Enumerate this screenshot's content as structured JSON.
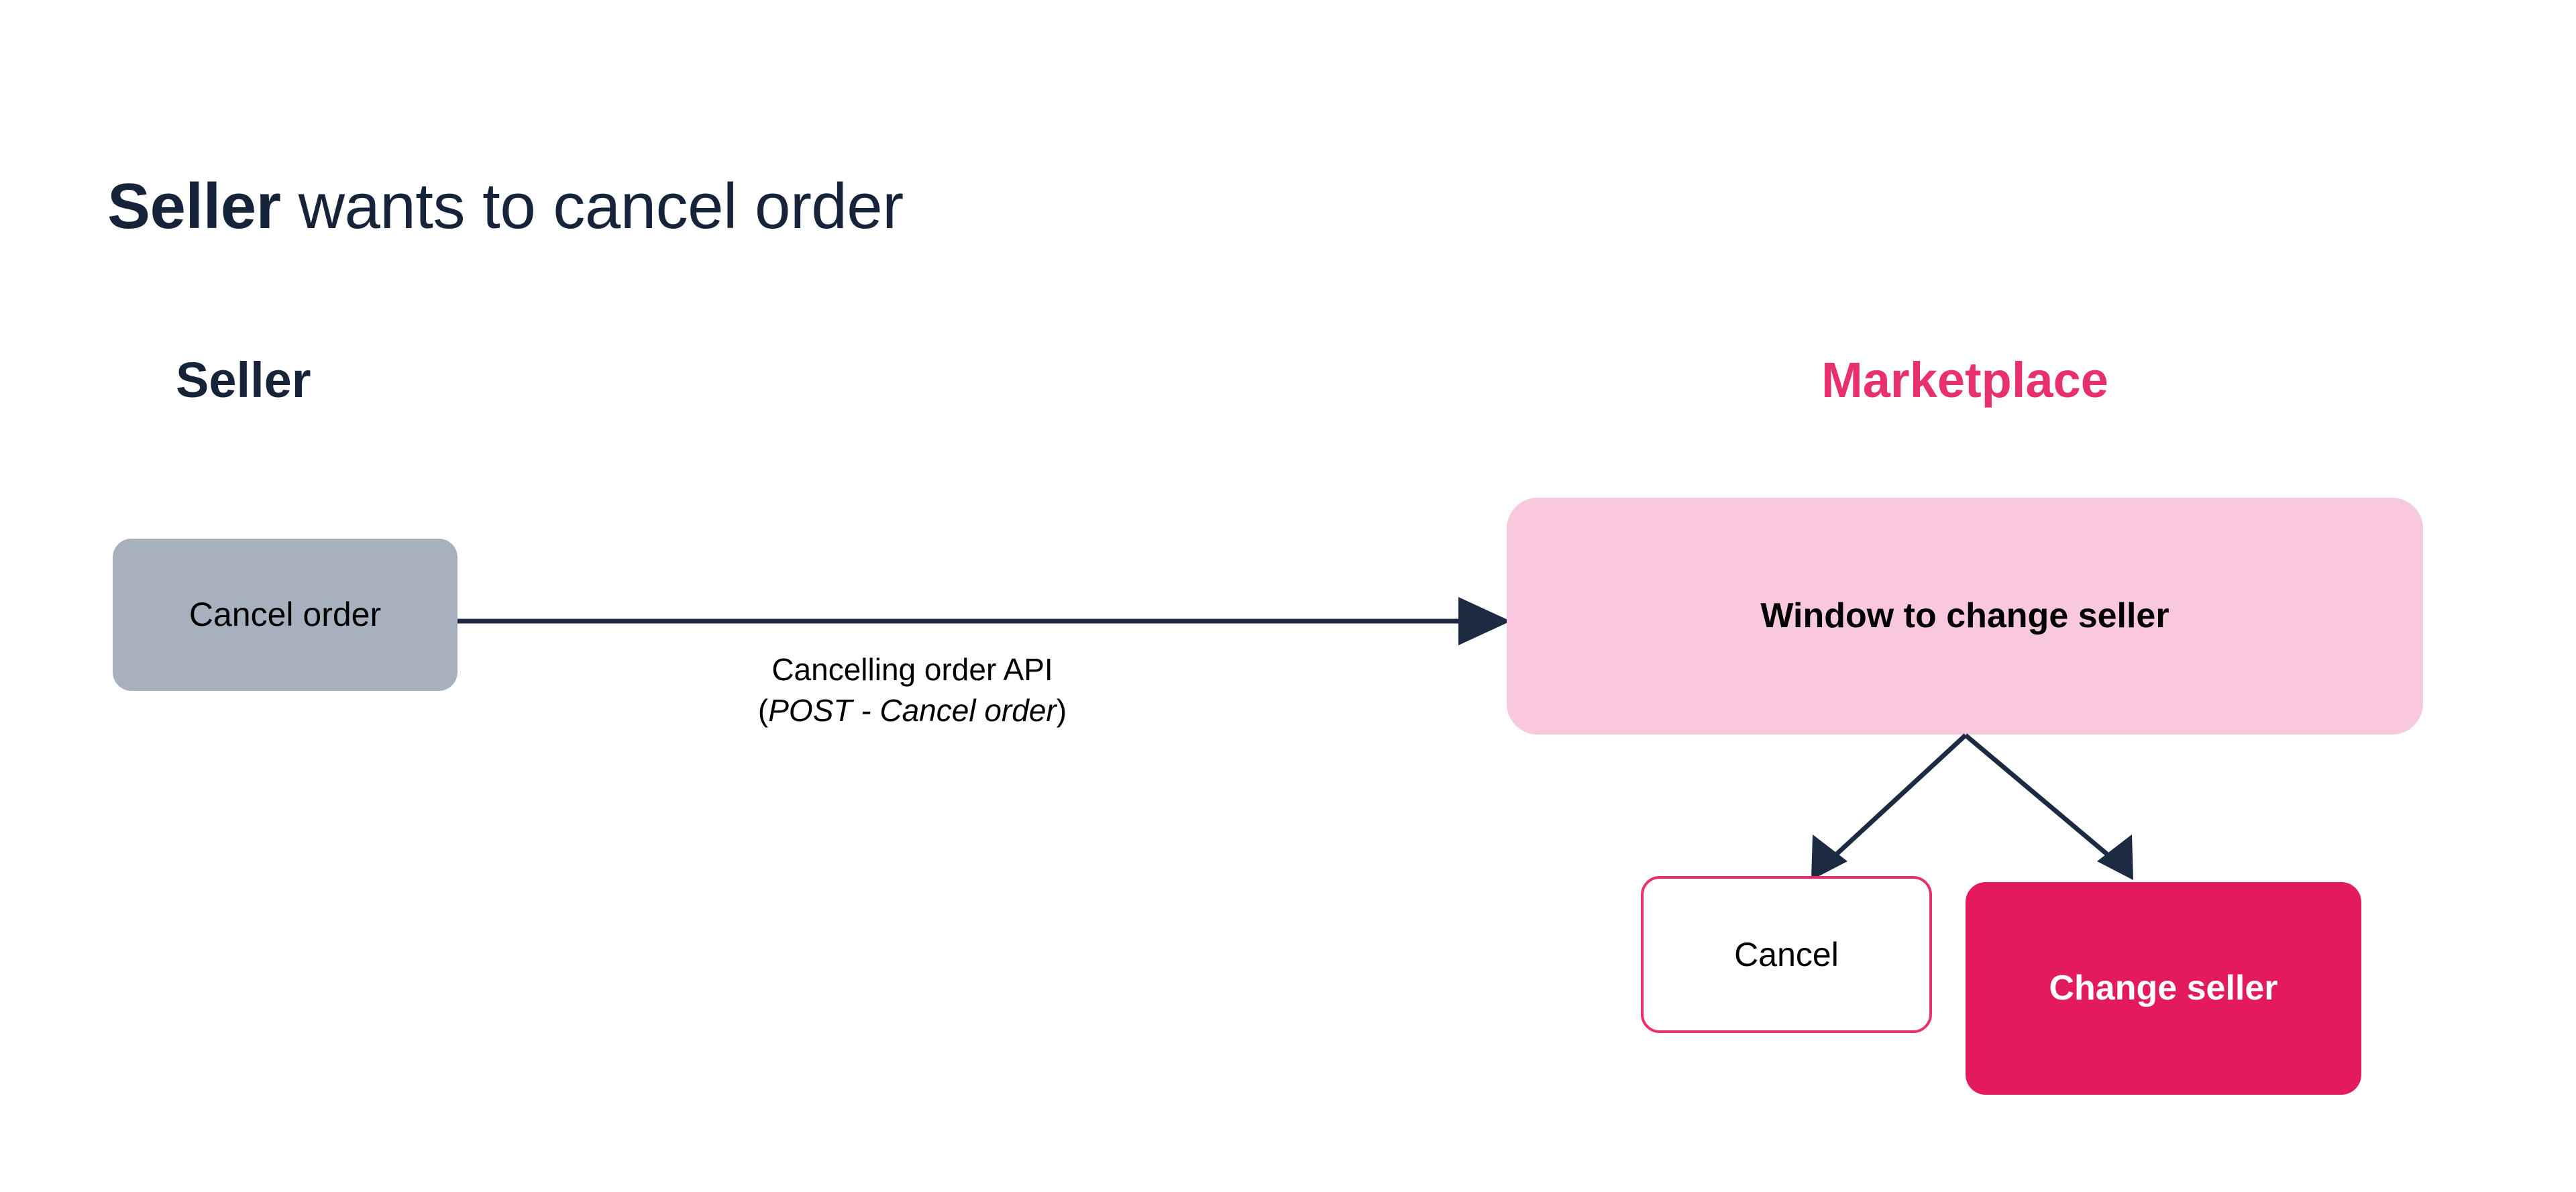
{
  "slide": {
    "title_strong": "Seller",
    "title_rest": " wants to cancel order"
  },
  "columns": {
    "left_heading": "Seller",
    "right_heading": "Marketplace"
  },
  "seller_flow": {
    "action_box_label": "Cancel order",
    "arrow_caption_line1": "Cancelling order API",
    "arrow_caption_open_paren": "(",
    "arrow_caption_method": "POST - Cancel order",
    "arrow_caption_close_paren": ")"
  },
  "marketplace": {
    "panel_title": "Window to change seller",
    "buttons": [
      {
        "label": "Cancel",
        "style": "outline"
      },
      {
        "label": "Change seller",
        "style": "filled"
      }
    ]
  },
  "colors": {
    "ink": "#16243a",
    "accent_pink": "#e8316c",
    "accent_pink_solid": "#e31b5d",
    "panel_pink": "#f8c8de",
    "seller_gray": "#a6b1bd",
    "arrow": "#1d2b42",
    "white": "#ffffff",
    "black": "#000000"
  }
}
